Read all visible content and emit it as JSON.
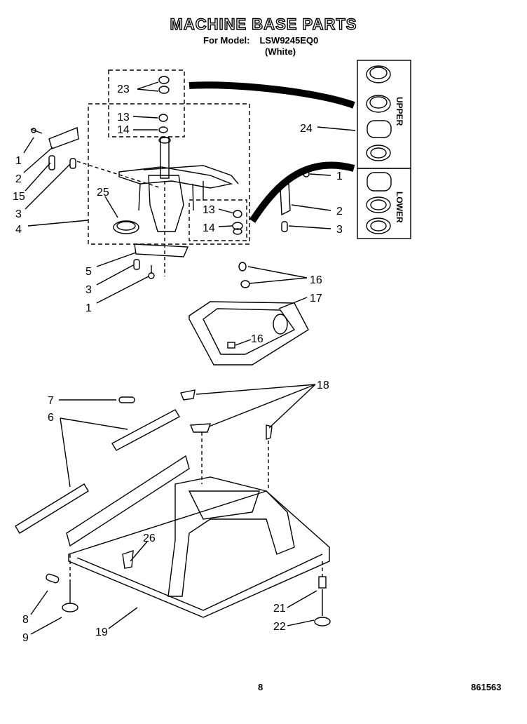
{
  "header": {
    "title": "MACHINE BASE PARTS",
    "for_model_label": "For Model:",
    "model": "LSW9245EQ0",
    "color": "(White)"
  },
  "callouts": [
    "23",
    "13",
    "14",
    "1",
    "2",
    "15",
    "3",
    "4",
    "25",
    "13",
    "14",
    "24",
    "1",
    "2",
    "3",
    "5",
    "3",
    "1",
    "16",
    "17",
    "16",
    "18",
    "7",
    "6",
    "26",
    "8",
    "9",
    "19",
    "21",
    "22"
  ],
  "kit_labels": {
    "upper": "UPPER",
    "lower": "LOWER"
  },
  "footer": {
    "page_number": "8",
    "doc_code": "861563"
  }
}
